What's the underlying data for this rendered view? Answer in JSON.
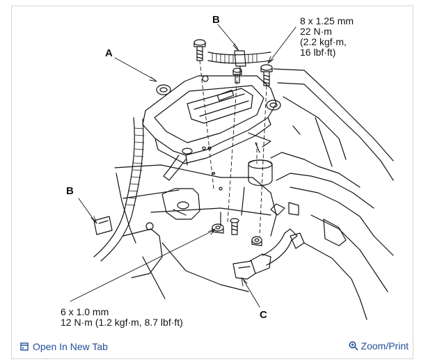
{
  "callouts": {
    "a": "A",
    "b_top": "B",
    "b_left": "B",
    "c": "C"
  },
  "spec_upper": {
    "line1": "8 x 1.25 mm",
    "line2": "22 N·m",
    "line3": "(2.2 kgf·m,",
    "line4": "16 lbf·ft)"
  },
  "spec_lower": {
    "line1": "6 x 1.0 mm",
    "line2": "12 N·m (1.2 kgf·m, 8.7 lbf·ft)"
  },
  "footer": {
    "open_tab_label": "Open In New Tab",
    "zoom_label": "Zoom/Print",
    "open_tab_icon": "open-in-new-tab-icon",
    "zoom_icon": "zoom-icon",
    "link_color": "#1f4d99"
  }
}
